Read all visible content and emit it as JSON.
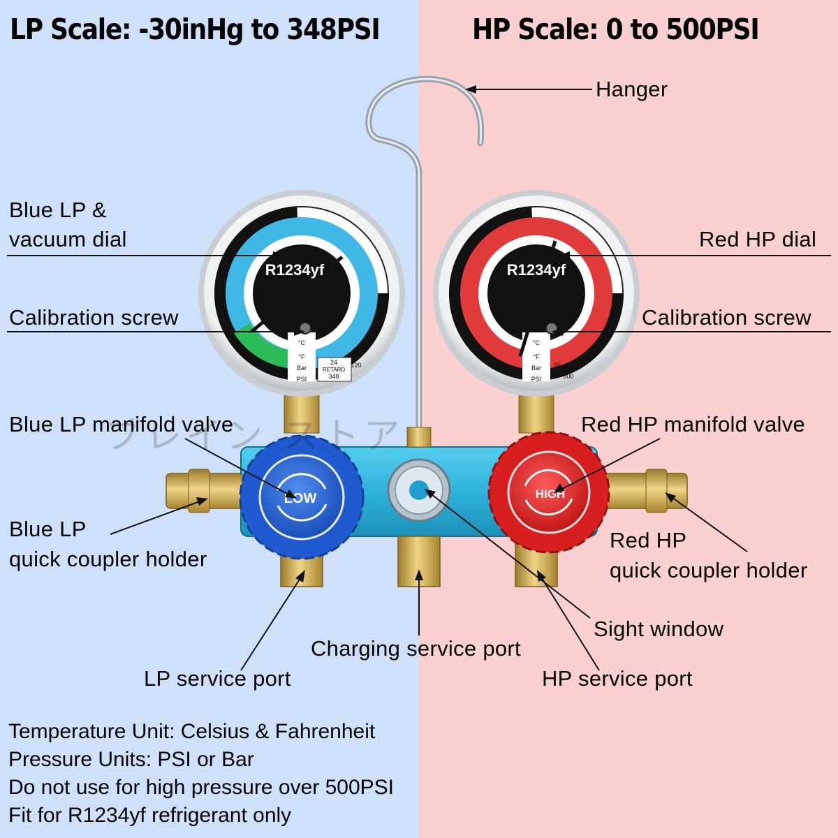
{
  "headings": {
    "lp_scale": "LP Scale: -30inHg to 348PSI",
    "hp_scale": "HP Scale: 0 to 500PSI"
  },
  "labels": {
    "hanger": "Hanger",
    "blue_lp_dial_line1": "Blue LP &",
    "blue_lp_dial_line2": "vacuum dial",
    "red_hp_dial": "Red HP dial",
    "calibration_screw_left": "Calibration screw",
    "calibration_screw_right": "Calibration screw",
    "blue_lp_manifold_valve": "Blue LP manifold valve",
    "red_hp_manifold_valve": "Red HP manifold valve",
    "blue_lp_coupler_line1": "Blue LP",
    "blue_lp_coupler_line2": "quick coupler holder",
    "red_hp_coupler_line1": "Red HP",
    "red_hp_coupler_line2": "quick coupler holder",
    "sight_window": "Sight window",
    "charging_service_port": "Charging service port",
    "lp_service_port": "LP service port",
    "hp_service_port": "HP service port"
  },
  "gauges": {
    "lp_brand": "R1234yf",
    "hp_brand": "R1234yf",
    "lp_knob": "LOW",
    "hp_knob": "HIGH",
    "lp_retard_1": "24",
    "lp_retard_2": "RETARD",
    "lp_retard_3": "348",
    "lp_units": [
      "°C",
      "°F",
      "Bar",
      "PSI"
    ],
    "hp_units": [
      "°C",
      "°F",
      "Bar",
      "PSI"
    ],
    "hp_psi_35": "35",
    "hp_psi_500": "500",
    "lp_psi_120": "120"
  },
  "notes": [
    "Temperature Unit: Celsius & Fahrenheit",
    "Pressure Units: PSI or Bar",
    "Do not use for high pressure over 500PSI",
    "Fit for R1234yf refrigerant only"
  ],
  "watermark": "ブレイン ストア",
  "colors": {
    "left_background": "#cfe0fa",
    "right_background": "#fad0d0",
    "lp_dial_ring": "#3fb8e6",
    "hp_dial_ring": "#e03a3a",
    "manifold_body": "#2fb6de",
    "brass": "#c9a64a"
  }
}
